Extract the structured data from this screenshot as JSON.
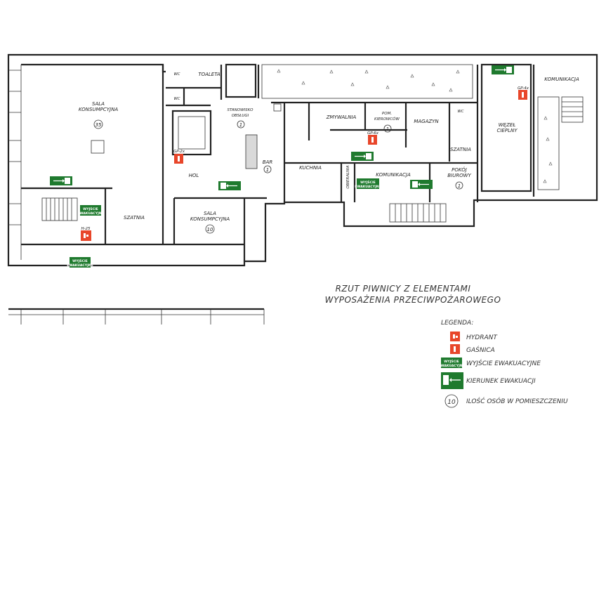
{
  "rooms": {
    "sala_konsumpcyjna_1": "SALA\nKONSUMPCYJNA",
    "sala_konsumpcyjna_1_count": "35",
    "wc_1": "WC",
    "toaleta": "TOALETA",
    "wc_2": "WC",
    "stanowisko_obslugi": "STANOWISKO\nOBSŁUGI",
    "stanowisko_count": "1",
    "hol": "HOL",
    "bar": "BAR",
    "bar_count": "1",
    "szatnia_1": "SZATNIA",
    "sala_konsumpcyjna_2": "SALA\nKONSUMPCYJNA",
    "sala_konsumpcyjna_2_count": "10",
    "zmywalnia": "ZMYWALNIA",
    "pom_kierowcow": "POM.\nKIEROWCÓW",
    "pom_kierowcow_count": "1",
    "magazyn": "MAGAZYN",
    "wc_3": "WC",
    "szatnia_2": "SZATNIA",
    "kuchnia": "KUCHNIA",
    "obieralnia": "OBIERALNIA",
    "komunikacja_1": "KOMUNIKACJA",
    "pokoj_biurowy": "POKÓJ\nBIUROWY",
    "pokoj_count": "1",
    "wezel_cieplny": "WĘZEŁ\nCIEPLNY",
    "komunikacja_2": "KOMUNIKACJA"
  },
  "equipment_tags": {
    "gp_hol": "GP-2x",
    "gp_kierowcow": "GP-6x",
    "gp_wezel": "GP-4x",
    "hydrant_tag": "H-25"
  },
  "exit_sign": {
    "line1": "WYJŚCIE",
    "line2": "EWAKUACYJNE"
  },
  "title": {
    "line1": "RZUT PIWNICY Z ELEMENTAMI",
    "line2": "WYPOSAŻENIA PRZECIWPOŻAROWEGO"
  },
  "legend": {
    "heading": "LEGENDA:",
    "hydrant": "HYDRANT",
    "gasnica": "GAŚNICA",
    "wyjscie": "WYJŚCIE EWAKUACYJNE",
    "kierunek": "KIERUNEK EWAKUACJI",
    "ilosc": "ILOŚĆ OSÓB W POMIESZCZENIU",
    "ilosc_sample": "10"
  },
  "colors": {
    "exit_green": "#1f7a2e",
    "fire_red": "#e8462a",
    "wall": "#222222"
  }
}
